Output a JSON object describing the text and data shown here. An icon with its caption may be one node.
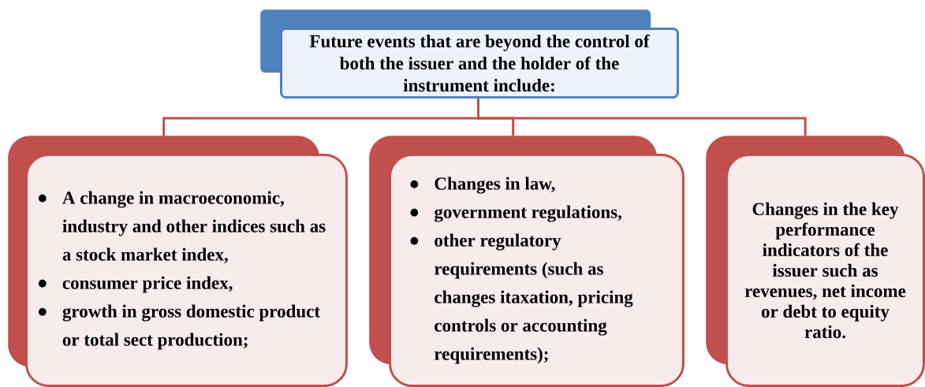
{
  "diagram": {
    "nodes": [
      {
        "text": [
          "Future events that are beyond the control of both the issuer and the holder of the instrument include:"
        ]
      },
      {
        "text": [
          "A change in macroeconomic, industry and other indices such as a stock market index,",
          "consumer price index,",
          "growth in gross domestic product or total sect production;"
        ]
      },
      {
        "text": [
          "Changes in law,",
          "government regulations,",
          "other regulatory requirements (such as changes itaxation, pricing controls or accounting requirements);"
        ]
      },
      {
        "text": [
          "Changes in the key performance indicators of the issuer such as revenues, net income or debt to equity ratio."
        ]
      }
    ],
    "edges": [
      {
        "from": 0,
        "to": 1,
        "arrow": "none"
      },
      {
        "from": 0,
        "to": 2,
        "arrow": "none"
      },
      {
        "from": 0,
        "to": 3,
        "arrow": "none"
      }
    ]
  }
}
